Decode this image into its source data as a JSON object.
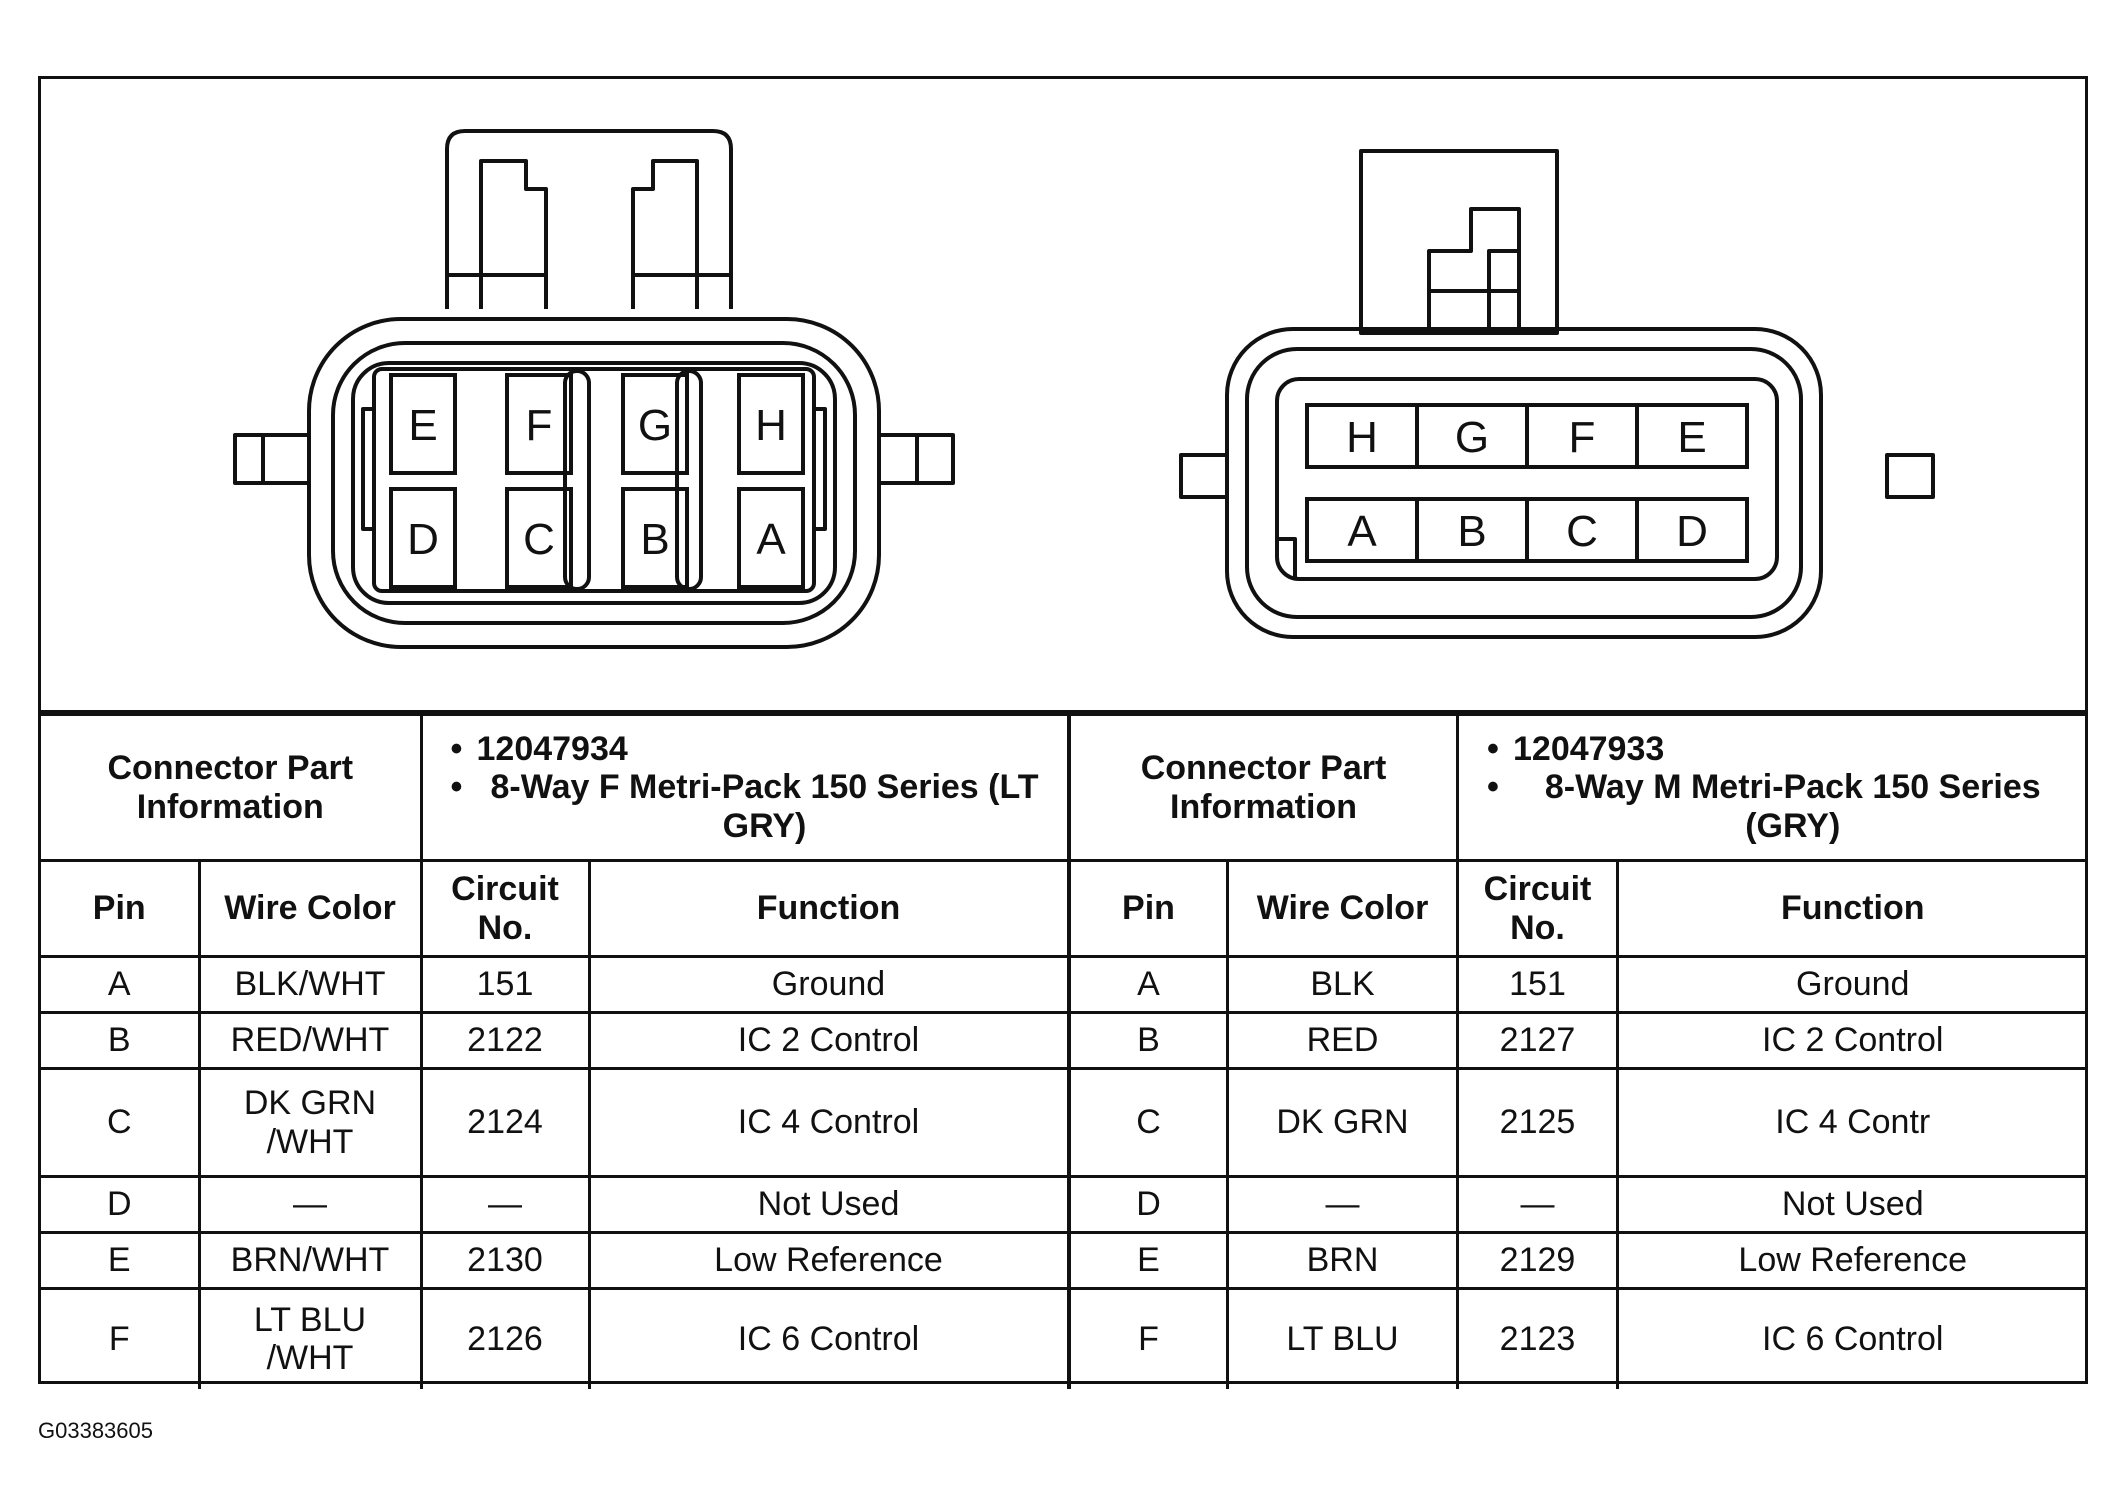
{
  "figure_id": "G03383605",
  "left_connector": {
    "pins_top": [
      "E",
      "F",
      "G",
      "H"
    ],
    "pins_bottom": [
      "D",
      "C",
      "B",
      "A"
    ]
  },
  "right_connector": {
    "pins_top": [
      "H",
      "G",
      "F",
      "E"
    ],
    "pins_bottom": [
      "A",
      "B",
      "C",
      "D"
    ]
  },
  "tables": [
    {
      "part_label": "Connector Part Information",
      "part_info": [
        "12047934",
        "8-Way F Metri-Pack 150 Series (LT GRY)"
      ],
      "headers": {
        "pin": "Pin",
        "wire_color": "Wire Color",
        "circuit": "Circuit No.",
        "function": "Function"
      },
      "rows": [
        {
          "pin": "A",
          "wire": "BLK/WHT",
          "circuit": "151",
          "function": "Ground"
        },
        {
          "pin": "B",
          "wire": "RED/WHT",
          "circuit": "2122",
          "function": "IC 2 Control"
        },
        {
          "pin": "C",
          "wire": "DK GRN /WHT",
          "circuit": "2124",
          "function": "IC 4 Control"
        },
        {
          "pin": "D",
          "wire": "—",
          "circuit": "—",
          "function": "Not Used"
        },
        {
          "pin": "E",
          "wire": "BRN/WHT",
          "circuit": "2130",
          "function": "Low Reference"
        },
        {
          "pin": "F",
          "wire": "LT BLU /WHT",
          "circuit": "2126",
          "function": "IC 6 Control"
        }
      ]
    },
    {
      "part_label": "Connector Part Information",
      "part_info": [
        "12047933",
        "8-Way M Metri-Pack 150 Series (GRY)"
      ],
      "headers": {
        "pin": "Pin",
        "wire_color": "Wire Color",
        "circuit": "Circuit No.",
        "function": "Function"
      },
      "rows": [
        {
          "pin": "A",
          "wire": "BLK",
          "circuit": "151",
          "function": "Ground"
        },
        {
          "pin": "B",
          "wire": "RED",
          "circuit": "2127",
          "function": "IC 2 Control"
        },
        {
          "pin": "C",
          "wire": "DK GRN",
          "circuit": "2125",
          "function": "IC 4 Contr"
        },
        {
          "pin": "D",
          "wire": "—",
          "circuit": "—",
          "function": "Not Used"
        },
        {
          "pin": "E",
          "wire": "BRN",
          "circuit": "2129",
          "function": "Low Reference"
        },
        {
          "pin": "F",
          "wire": "LT BLU",
          "circuit": "2123",
          "function": "IC 6 Control"
        }
      ]
    }
  ]
}
